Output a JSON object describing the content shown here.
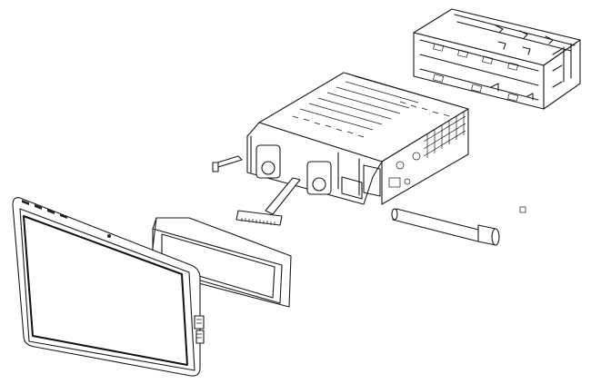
{
  "diagram": {
    "parts": [
      "mounting-cage",
      "head-unit-chassis",
      "release-key",
      "screw-rod",
      "ribbon-cable",
      "trim-frame",
      "touch-screen-panel",
      "small-square-marker"
    ]
  }
}
